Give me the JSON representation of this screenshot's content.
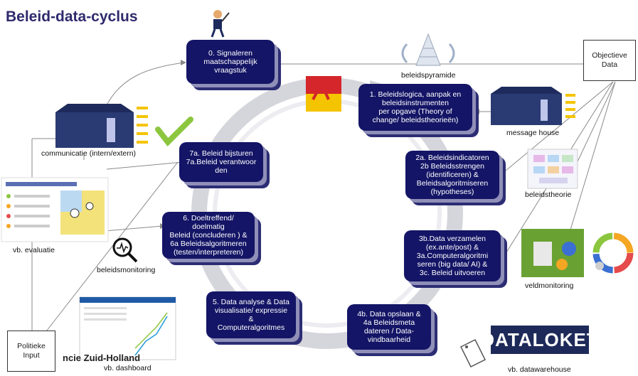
{
  "title": "Beleid-data-cyclus",
  "cycle_steps": [
    {
      "id": "0",
      "text": "0. Signaleren\nmaatschappelijk\nvraagstuk"
    },
    {
      "id": "1",
      "text": "1. Beleidslogica, aanpak en\nbeleidsinstrumenten\nper opgave (Theory of\nchange/ beleidstheorieën)"
    },
    {
      "id": "2",
      "text": "2a. Beleidsindicatoren\n2b Beleidsstrengen\n(identificeren) &\nBeleidsalgoritmiseren\n(hypotheses)"
    },
    {
      "id": "3",
      "text": "3b.Data verzamelen\n(ex.ante/post) &\n3a.Computeralgoritmi\nseren (big data/ AI) &\n3c. Beleid uitvoeren"
    },
    {
      "id": "4",
      "text": "4b. Data opslaan &\n4a Beleidsmeta\ndateren / Data-\nvindbaarheid"
    },
    {
      "id": "5",
      "text": "5. Data analyse & Data\nvisualisatie/ expressie\n&\nComputeralgoritmes"
    },
    {
      "id": "6",
      "text": "6. Doeltreffend/ doelmatig\nBeleid (concluderen ) &\n6a Beleidsalgoritmeren\n(testen/interpreteren)"
    },
    {
      "id": "7",
      "text": "7a. Beleid bijsturen\n7a.Beleid verantwoor\nden"
    }
  ],
  "labels": {
    "beleidspyramide": "beleidspyramide",
    "message_house": "message house",
    "communicatie": "communicatie (intern/extern)",
    "beleidstheorie": "beleidstheorie",
    "evaluatie": "vb. evaluatie",
    "beleidsmonitoring": "beleidsmonitoring",
    "veldmonitoring": "veldmonitoring",
    "dashboard": "vb. dashboard",
    "datawarehouse": "vb. datawarehouse",
    "objectieve_data": "Objectieve\nData",
    "politieke_input": "Politieke\nInput",
    "dataloket": "DATALOKET",
    "fragment": "ncie Zuid-Holland"
  },
  "colors": {
    "box_fill": "#141566",
    "box_shadow": "#2c2d74",
    "title": "#2f2a6d",
    "cycle_ring": "#d5d5dc",
    "check": "#8cc63f"
  }
}
